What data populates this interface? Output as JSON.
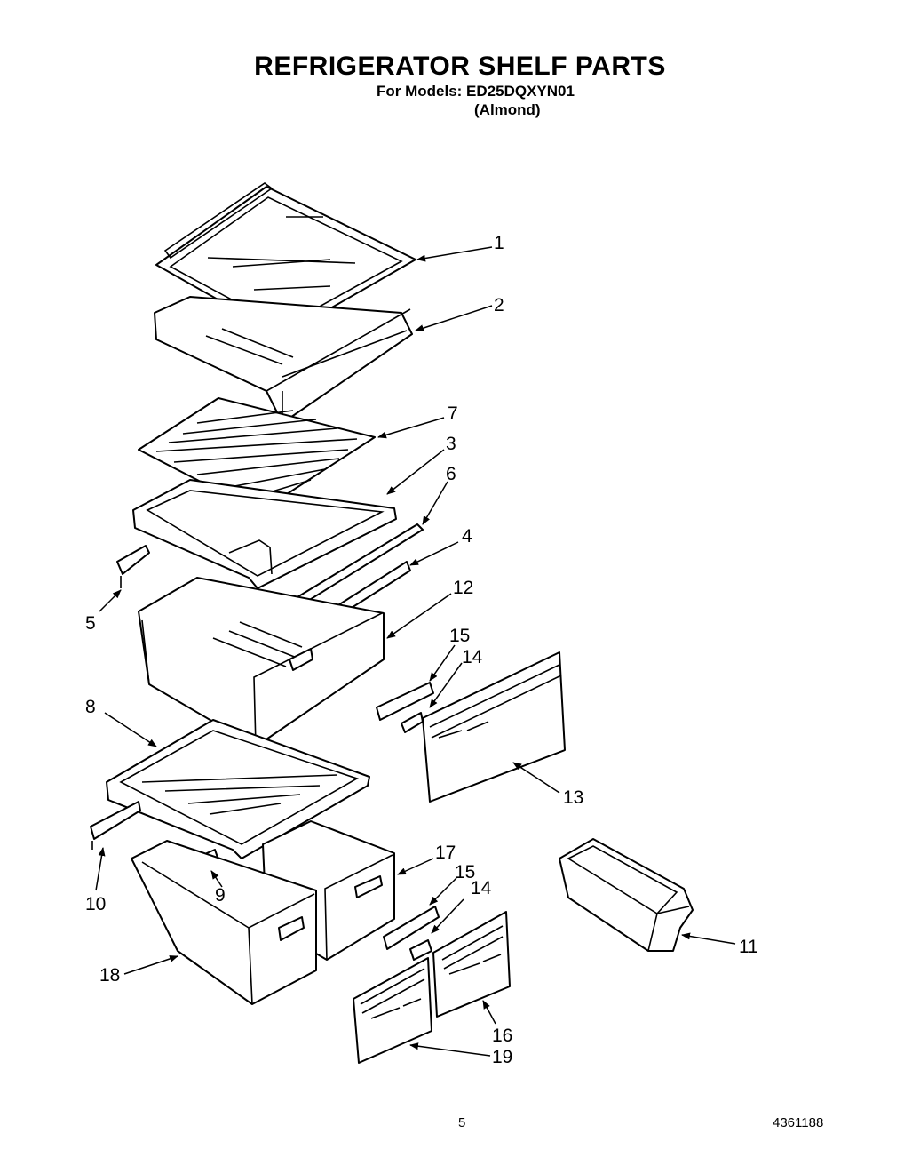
{
  "header": {
    "title": "REFRIGERATOR SHELF PARTS",
    "models_line": "For Models: ED25DQXYN01",
    "color_line": "(Almond)"
  },
  "footer": {
    "page_number": "5",
    "document_number": "4361188"
  },
  "callouts": {
    "c1": "1",
    "c2": "2",
    "c3": "3",
    "c4": "4",
    "c5": "5",
    "c6": "6",
    "c7": "7",
    "c8": "8",
    "c9": "9",
    "c10": "10",
    "c11": "11",
    "c12": "12",
    "c13": "13",
    "c14a": "14",
    "c14b": "14",
    "c15a": "15",
    "c15b": "15",
    "c16": "16",
    "c17": "17",
    "c18": "18",
    "c19": "19"
  }
}
